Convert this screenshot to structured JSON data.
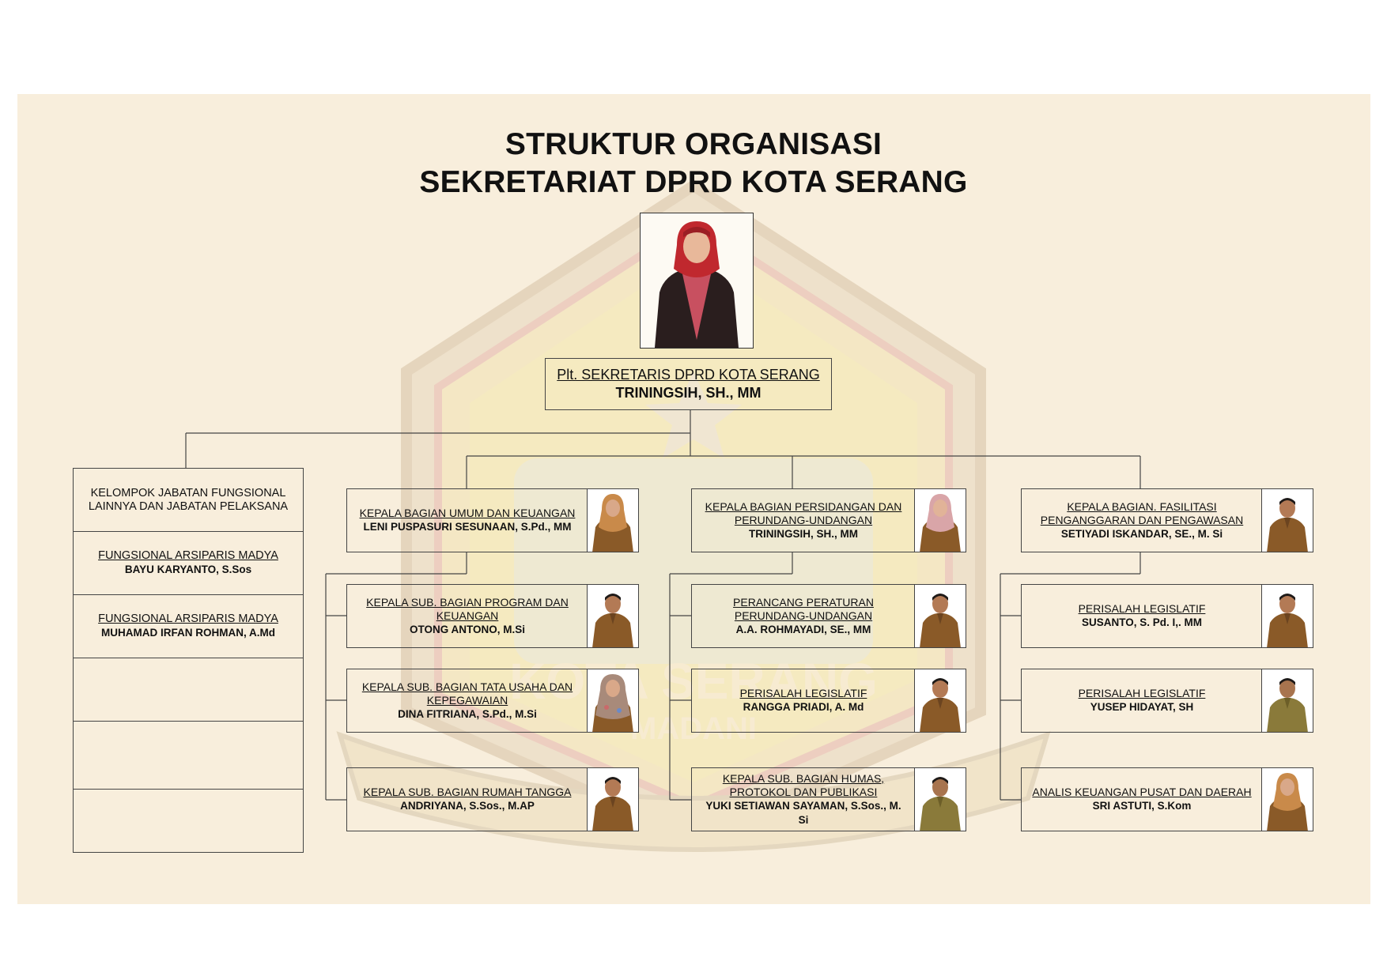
{
  "title": {
    "line1": "STRUKTUR ORGANISASI",
    "line2": "SEKRETARIAT DPRD KOTA SERANG"
  },
  "watermark": {
    "text1": "KOTA SERANG",
    "text2": "MADANI"
  },
  "head": {
    "position": "Plt. SEKRETARIS DPRD KOTA SERANG",
    "name": "TRININGSIH, SH., MM"
  },
  "functional_group": {
    "title_line1": "KELOMPOK JABATAN FUNGSIONAL",
    "title_line2": "LAINNYA DAN JABATAN PELAKSANA",
    "members": [
      {
        "position": "FUNGSIONAL ARSIPARIS MADYA",
        "name": "BAYU KARYANTO, S.Sos"
      },
      {
        "position": "FUNGSIONAL ARSIPARIS MADYA",
        "name": "MUHAMAD IRFAN ROHMAN, A.Md"
      },
      {
        "position": "",
        "name": ""
      },
      {
        "position": "",
        "name": ""
      },
      {
        "position": "",
        "name": ""
      }
    ]
  },
  "divisions": [
    {
      "head": {
        "position_line1": "KEPALA BAGIAN UMUM DAN KEUANGAN",
        "position_line2": "",
        "name": "LENI PUSPASURI SESUNAAN, S.Pd., MM"
      },
      "staff": [
        {
          "position_line1": "KEPALA SUB. BAGIAN PROGRAM DAN",
          "position_line2": "KEUANGAN",
          "name": "OTONG ANTONO, M.Si"
        },
        {
          "position_line1": "KEPALA SUB. BAGIAN TATA USAHA DAN",
          "position_line2": "KEPEGAWAIAN",
          "name": "DINA FITRIANA, S.Pd., M.Si"
        },
        {
          "position_line1": "KEPALA SUB. BAGIAN RUMAH TANGGA",
          "position_line2": "",
          "name": "ANDRIYANA, S.Sos., M.AP"
        }
      ]
    },
    {
      "head": {
        "position_line1": "KEPALA BAGIAN PERSIDANGAN DAN",
        "position_line2": "PERUNDANG-UNDANGAN",
        "name": "TRININGSIH, SH., MM"
      },
      "staff": [
        {
          "position_line1": "PERANCANG PERATURAN",
          "position_line2": "PERUNDANG-UNDANGAN",
          "name": "A.A. ROHMAYADI, SE., MM"
        },
        {
          "position_line1": "PERISALAH LEGISLATIF",
          "position_line2": "",
          "name": "RANGGA PRIADI, A. Md"
        },
        {
          "position_line1": "KEPALA SUB. BAGIAN HUMAS,",
          "position_line2": "PROTOKOL DAN PUBLIKASI",
          "name": "YUKI SETIAWAN SAYAMAN, S.Sos., M.",
          "name_line2": "Si"
        }
      ]
    },
    {
      "head": {
        "position_line1": "KEPALA BAGIAN. FASILITASI",
        "position_line2": "PENGANGGARAN DAN PENGAWASAN",
        "name": "SETIYADI ISKANDAR, SE., M. Si"
      },
      "staff": [
        {
          "position_line1": "PERISALAH LEGISLATIF",
          "position_line2": "",
          "name": "SUSANTO, S. Pd. I,. MM"
        },
        {
          "position_line1": "PERISALAH LEGISLATIF",
          "position_line2": "",
          "name": "YUSEP HIDAYAT, SH"
        },
        {
          "position_line1": "ANALIS KEUANGAN PUSAT DAN DAERAH",
          "position_line2": "",
          "name": "SRI ASTUTI, S.Kom"
        }
      ]
    }
  ],
  "colors": {
    "background": "#f8eedc",
    "uniform_brown": "#8a5a28",
    "uniform_khaki": "#8a7a3a",
    "hijab_red": "#c0282e",
    "hijab_pink": "#d9a5a8",
    "hijab_orange": "#c98a4a"
  }
}
